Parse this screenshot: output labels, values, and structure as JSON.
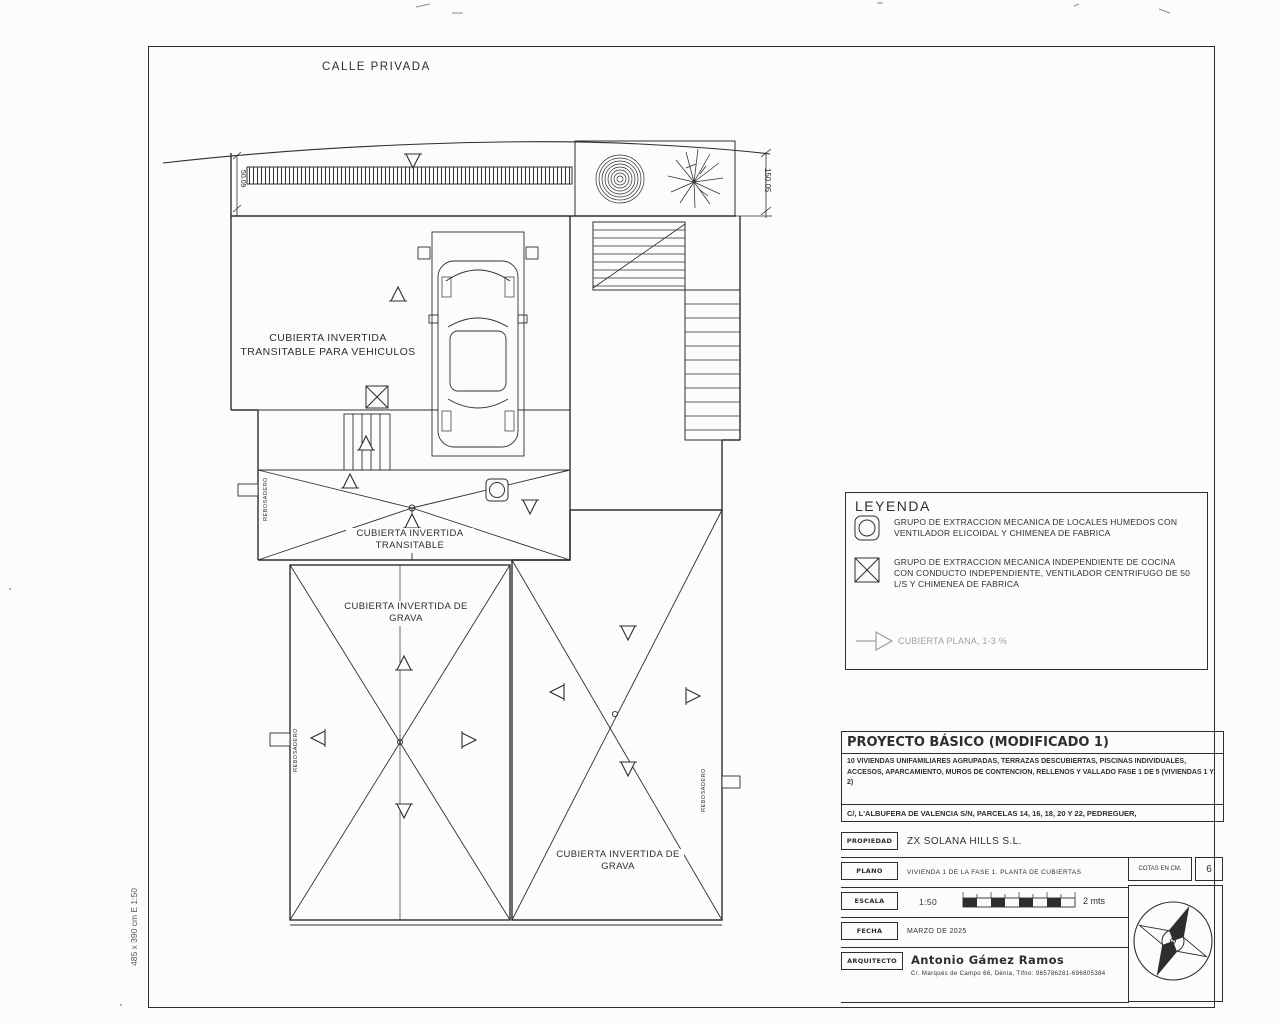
{
  "plan": {
    "street_label": "CALLE PRIVADA",
    "side_note": "485 x 390 cm E 1:50",
    "dim_right": "150.05",
    "dim_left": "50.09",
    "rebosadero": "REBOSADERO",
    "roof_vehicles": "CUBIERTA INVERTIDA TRANSITABLE PARA VEHICULOS",
    "roof_transitable": "CUBIERTA INVERTIDA TRANSITABLE",
    "roof_gravel": "CUBIERTA INVERTIDA DE GRAVA"
  },
  "legend": {
    "title": "LEYENDA",
    "items": [
      {
        "icon": "extractor-helicoidal-icon",
        "text": "GRUPO DE EXTRACCION MECANICA DE LOCALES HUMEDOS CON VENTILADOR ELICOIDAL Y CHIMENEA DE FABRICA"
      },
      {
        "icon": "extractor-centrifugo-icon",
        "text": "GRUPO DE EXTRACCION MECANICA INDEPENDIENTE DE COCINA CON CONDUCTO INDEPENDIENTE, VENTILADOR CENTRIFUGO DE 50 L/S Y CHIMENEA DE FABRICA"
      },
      {
        "icon": "flat-roof-arrow-icon",
        "text": "CUBIERTA PLANA, 1-3 %"
      }
    ]
  },
  "title_block": {
    "project_title": "PROYECTO BÁSICO (MODIFICADO 1)",
    "project_description": "10 VIVIENDAS UNIFAMILIARES AGRUPADAS, TERRAZAS DESCUBIERTAS, PISCINAS INDIVIDUALES, ACCESOS, APARCAMIENTO, MUROS DE CONTENCION, RELLENOS Y VALLADO FASE 1 DE 5 (VIVIENDAS 1 Y 2)",
    "address": "C/, L'ALBUFERA DE VALENCIA S/N, PARCELAS 14, 16, 18, 20 Y 22, PEDREGUER,",
    "propiedad_label": "PROPIEDAD",
    "propiedad_value": "ZX SOLANA HILLS S.L.",
    "plano_label": "PLANO",
    "plano_value": "VIVIENDA 1 DE LA FASE 1. PLANTA DE CUBIERTAS",
    "escala_label": "ESCALA",
    "escala_value": "1:50",
    "escala_units": "2 mts",
    "fecha_label": "FECHA",
    "fecha_value": "MARZO DE 2025",
    "arquitecto_label": "ARQUITECTO",
    "arquitecto_value": "Antonio Gámez Ramos",
    "arquitecto_details": "C/. Marqués de Campo 66, Dénia, Tlfno: 965786281-696805384",
    "cotas_label": "COTAS EN CM.",
    "sheet_number": "6"
  },
  "colors": {
    "ink": "#2e2e2e",
    "paper": "#fcfcfa",
    "faded": "#a0a0a0"
  }
}
